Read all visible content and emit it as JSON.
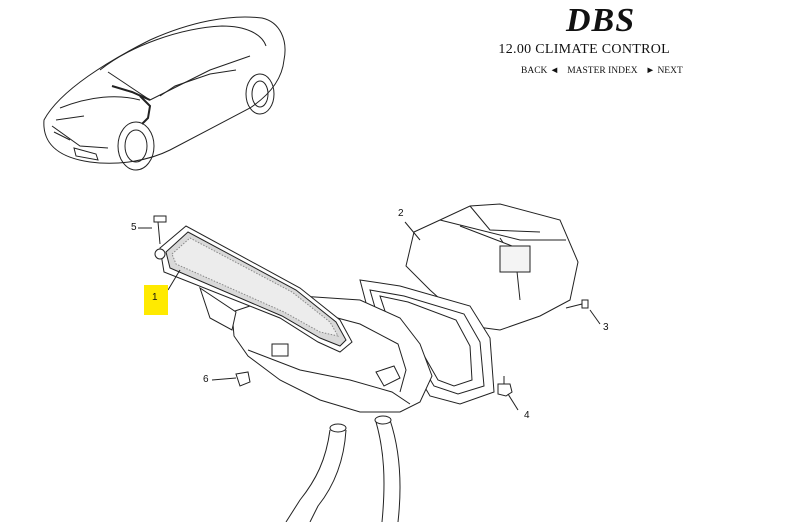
{
  "header": {
    "brand_logo": "DBS",
    "section_title": "12.00 CLIMATE CONTROL"
  },
  "nav": {
    "back_label": "BACK",
    "back_arrow": "◄",
    "master_index_label": "MASTER INDEX",
    "next_arrow": "►",
    "next_label": "NEXT"
  },
  "callouts": {
    "c1": "1",
    "c2": "2",
    "c3": "3",
    "c4": "4",
    "c5": "5",
    "c6": "6"
  },
  "colors": {
    "highlight": "#ffea00",
    "line": "#222222"
  }
}
